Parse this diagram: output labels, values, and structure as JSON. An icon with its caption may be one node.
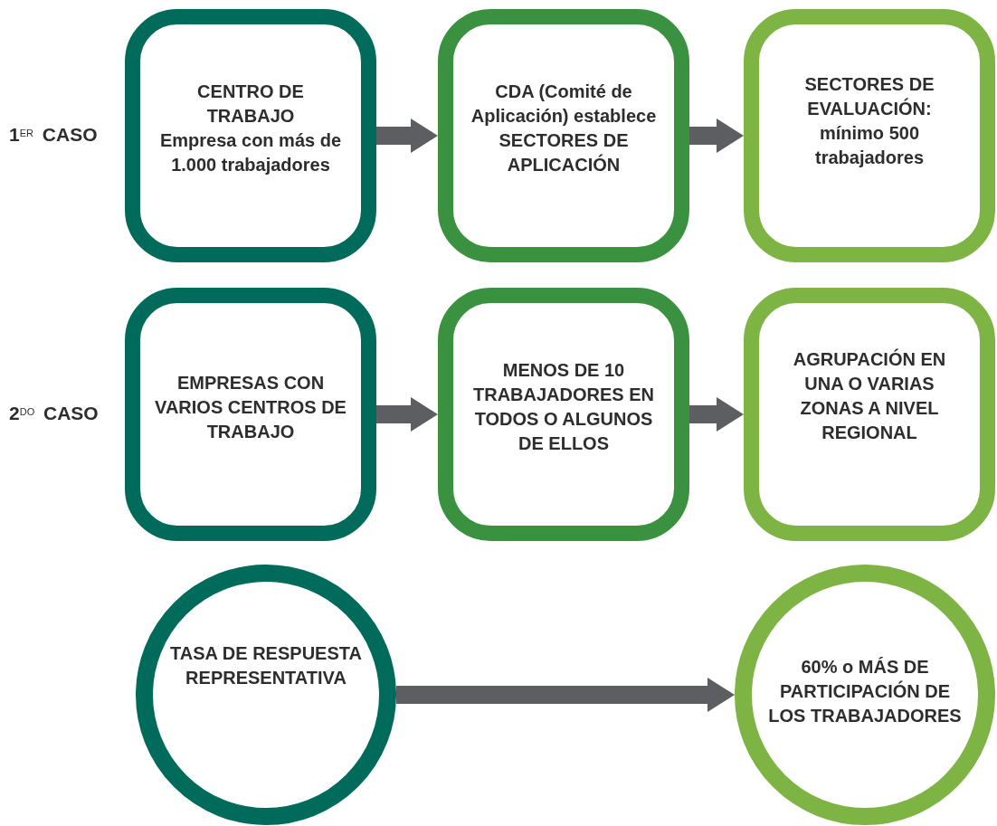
{
  "diagram": {
    "nodes": [
      {
        "text": [
          "CENTRO DE TRABAJO",
          "Empresa con más de 1.000 trabajadores"
        ]
      },
      {
        "text": [
          "CDA (Comité de Aplicación) establece SECTORES DE APLICACIÓN"
        ]
      },
      {
        "text": [
          "SECTORES DE EVALUACIÓN:",
          "mínimo 500 trabajadores"
        ]
      },
      {
        "text": [
          "EMPRESAS CON VARIOS CENTROS DE TRABAJO"
        ]
      },
      {
        "text": [
          "MENOS DE 10 TRABAJADORES EN TODOS O ALGUNOS DE ELLOS"
        ]
      },
      {
        "text": [
          "AGRUPACIÓN EN UNA O VARIAS ZONAS A NIVEL REGIONAL"
        ]
      },
      {
        "text": [
          "TASA DE RESPUESTA REPRESENTATIVA"
        ]
      },
      {
        "text": [
          "60% o MÁS DE PARTICIPACIÓN DE LOS TRABAJADORES"
        ]
      }
    ],
    "edges": [
      {
        "from": 0,
        "to": 1,
        "arrow": "to"
      },
      {
        "from": 1,
        "to": 2,
        "arrow": "to"
      },
      {
        "from": 3,
        "to": 4,
        "arrow": "to"
      },
      {
        "from": 4,
        "to": 5,
        "arrow": "to"
      },
      {
        "from": 6,
        "to": 7,
        "arrow": "to"
      }
    ],
    "labels": [
      "1$^{ER}$ CASO",
      "2$^{DO}$ CASO"
    ]
  }
}
